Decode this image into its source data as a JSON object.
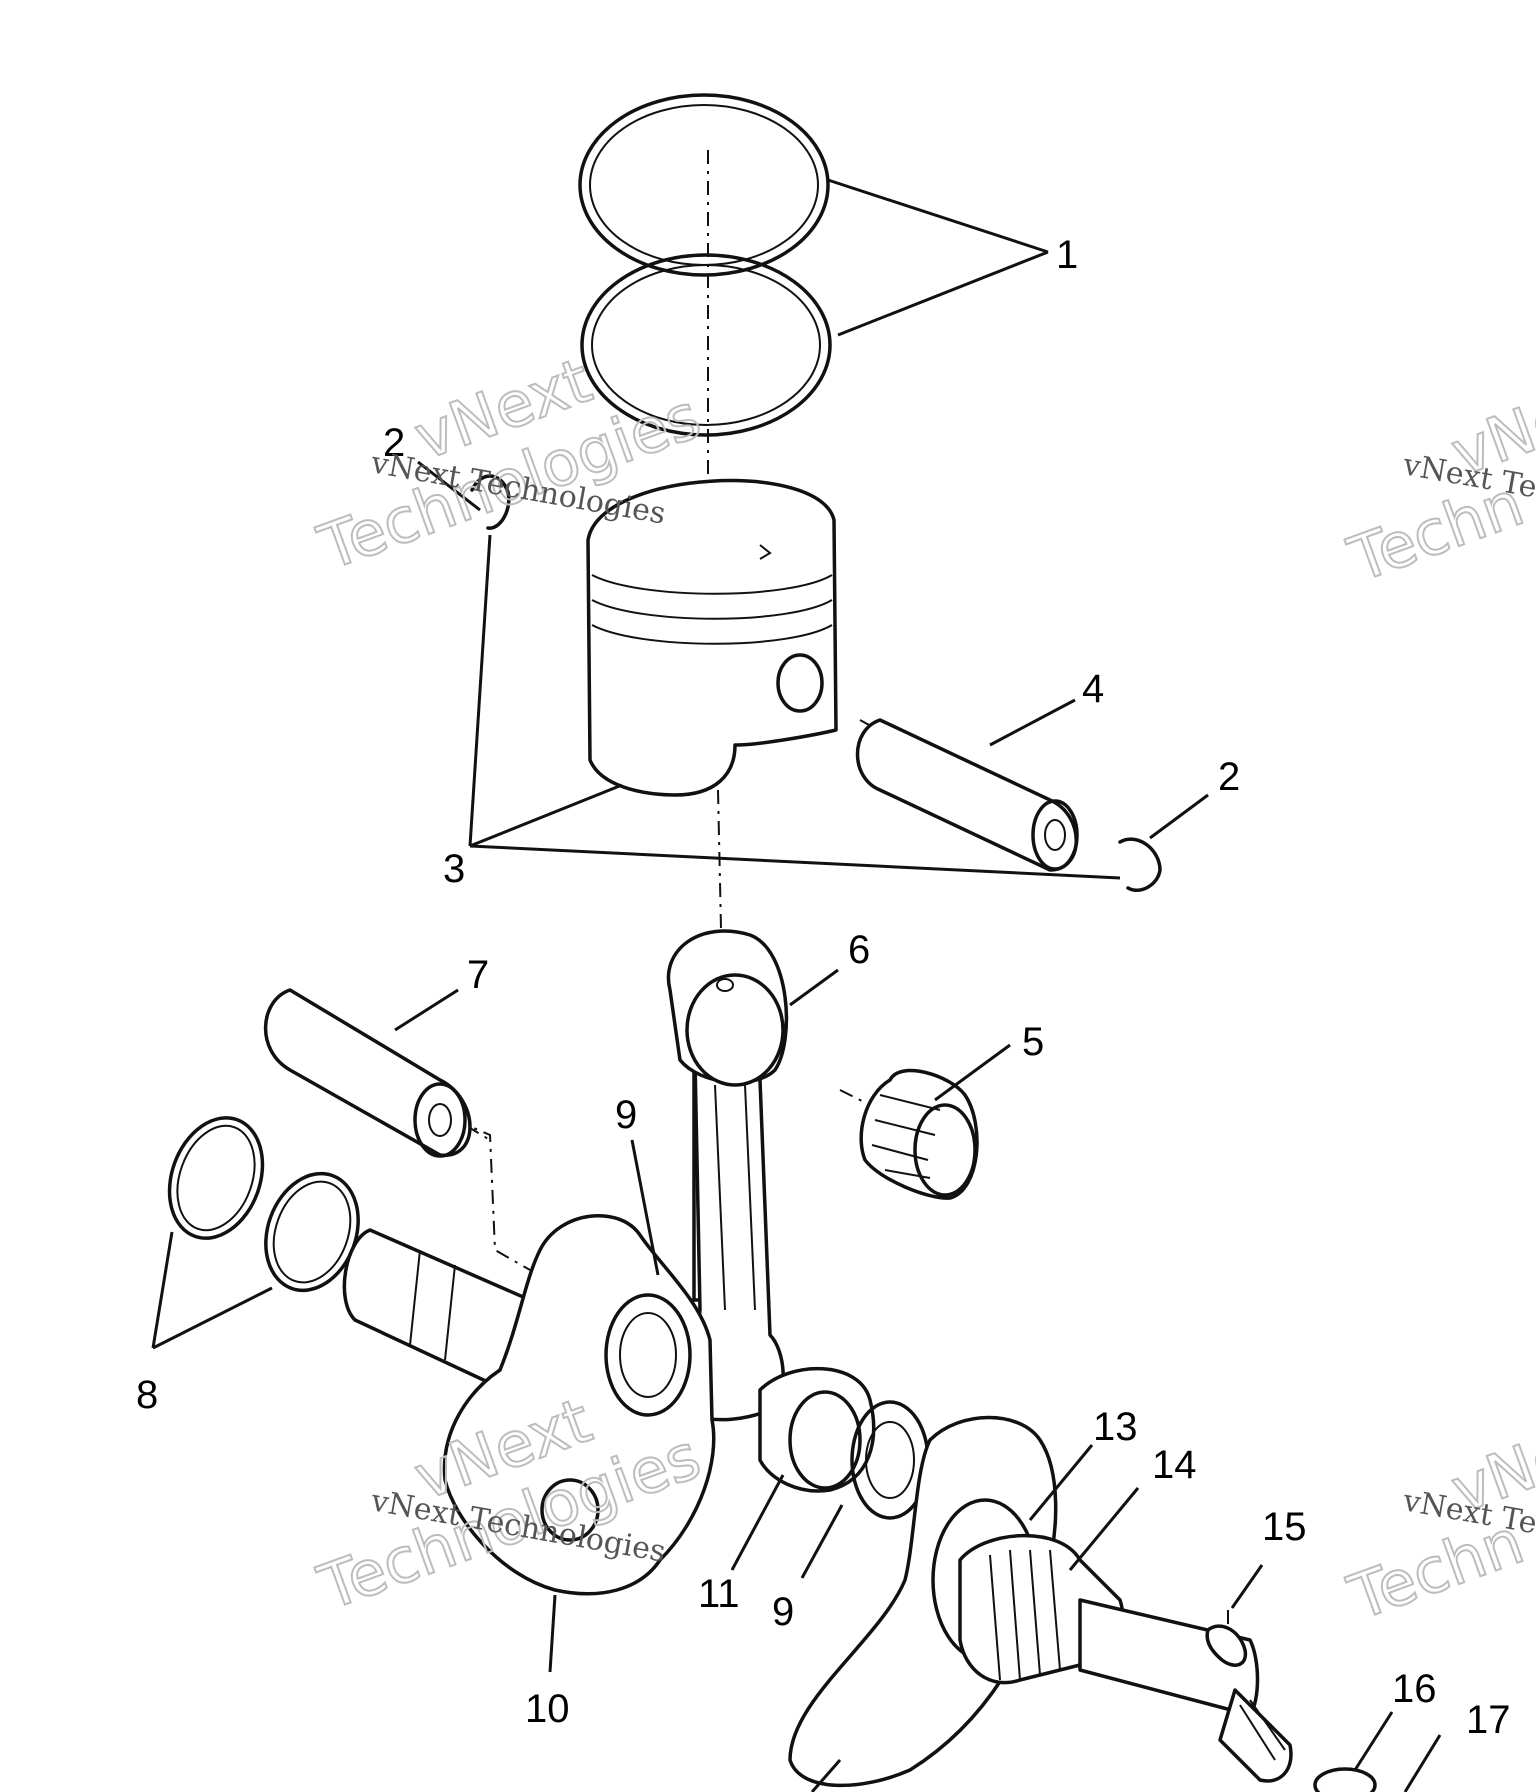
{
  "callouts": {
    "c1": "1",
    "c2a": "2",
    "c2b": "2",
    "c3": "3",
    "c4": "4",
    "c5": "5",
    "c6": "6",
    "c7": "7",
    "c8": "8",
    "c9a": "9",
    "c9b": "9",
    "c10": "10",
    "c11": "11",
    "c13": "13",
    "c14": "14",
    "c15": "15",
    "c16": "16",
    "c17": "17"
  },
  "watermark": {
    "brand_big_line1": "vNext",
    "brand_big_line2": "Technologies",
    "brand_small": "vNext Technologies",
    "edge_big_line1": "vNe",
    "edge_big_line2": "Techn",
    "edge_small": "vNext Te"
  }
}
